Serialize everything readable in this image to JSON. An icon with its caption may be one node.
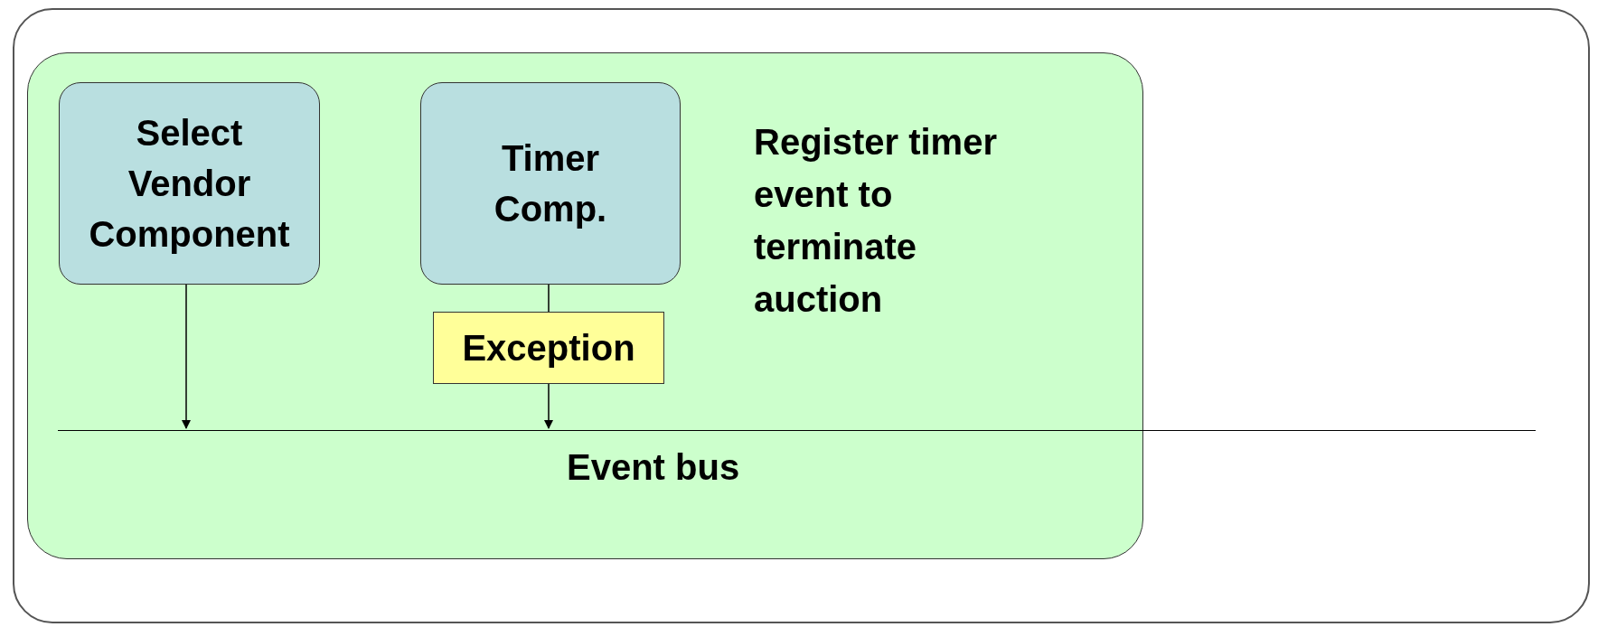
{
  "diagram": {
    "nodes": [
      {
        "text": [],
        "shape": "box"
      },
      {
        "text": [],
        "shape": "box",
        "in": 0
      },
      {
        "text": [
          "Select Vendor Component"
        ],
        "in": 1
      },
      {
        "text": [
          "Timer Comp."
        ],
        "in": 1
      },
      {
        "text": [
          "Event bus"
        ],
        "in": 0
      }
    ],
    "edges": [
      {
        "from": 2,
        "to": 4,
        "arrow": "to"
      },
      {
        "from": 3,
        "to": 4,
        "arrow": "to",
        "label": "Exception"
      }
    ],
    "labels": [
      "Register timer event to terminate auction"
    ]
  }
}
